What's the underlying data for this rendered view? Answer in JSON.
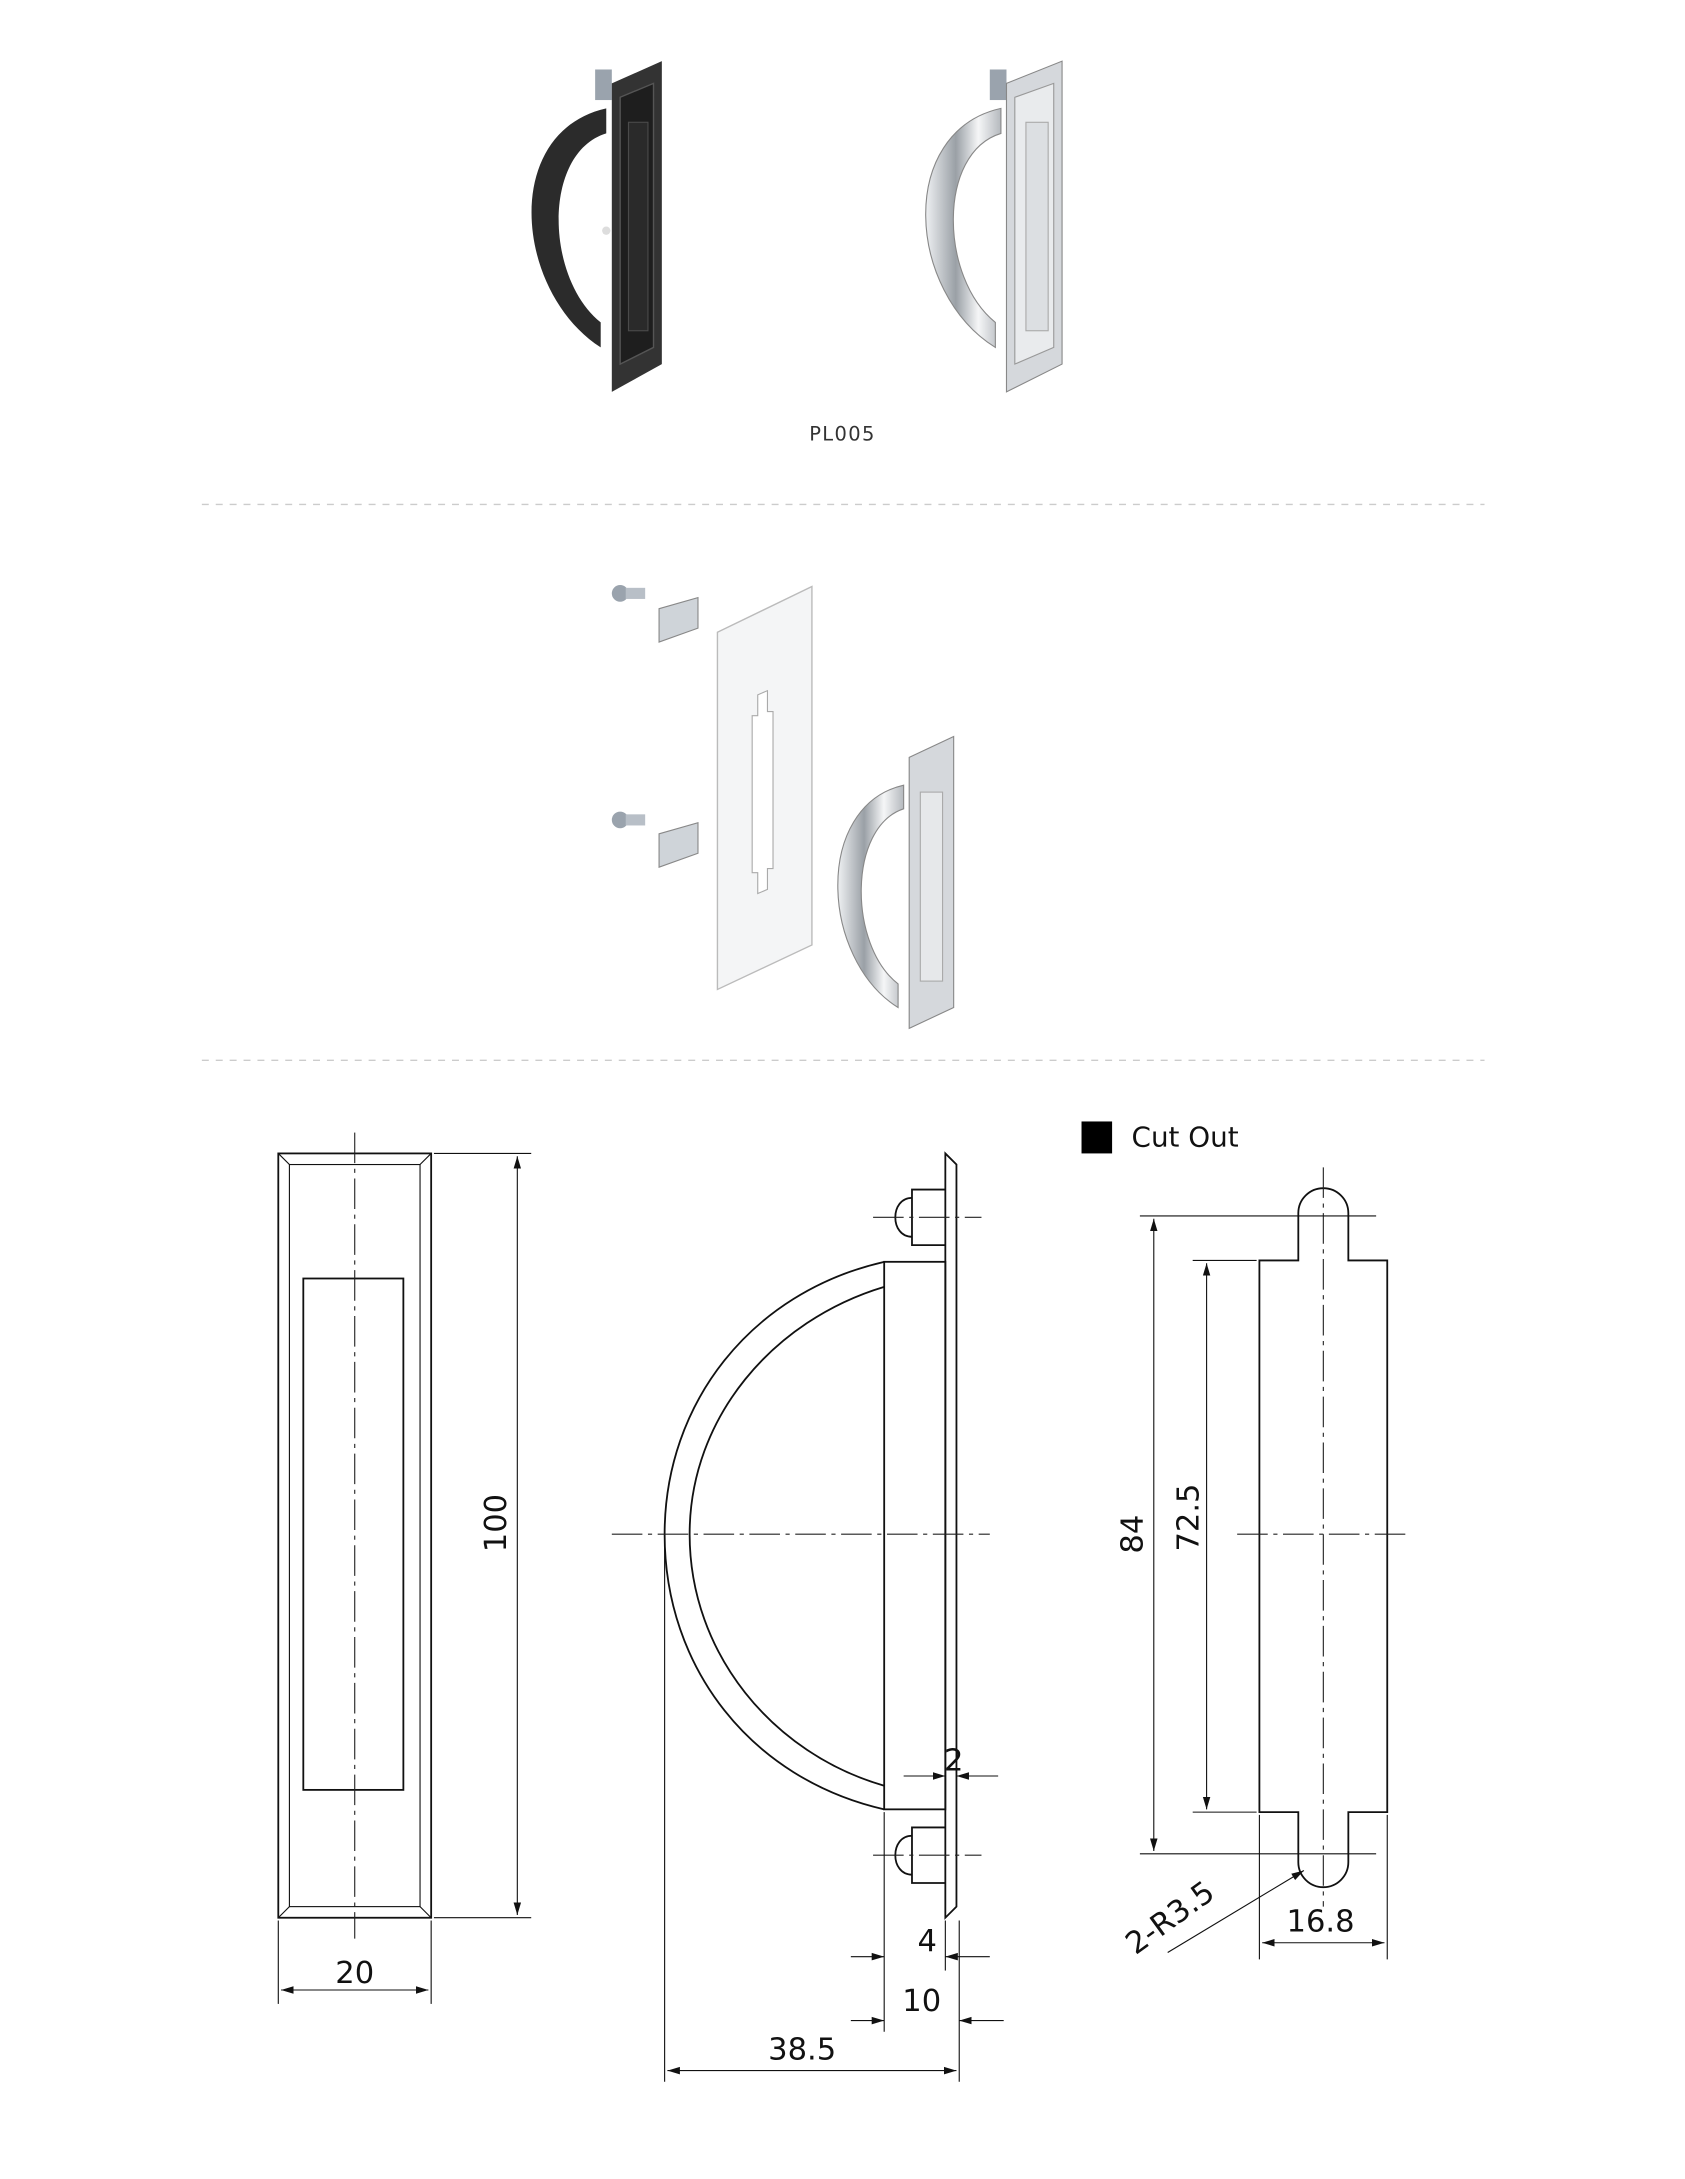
{
  "product": {
    "code": "PL005"
  },
  "legend": {
    "cut_out_label": "Cut Out",
    "swatch_color": "#000000"
  },
  "dimensions": {
    "height": "100",
    "width": "20",
    "plate_thickness": "2",
    "base_depth": "4",
    "mount_depth": "10",
    "total_depth": "38.5",
    "cutout_total": "84",
    "cutout_body": "72.5",
    "cutout_width": "16.8",
    "cutout_radius": "2-R3.5"
  },
  "colors": {
    "black_finish": "#2b2b2b",
    "chrome_finish": "#c9ccd0",
    "line": "#111111"
  }
}
